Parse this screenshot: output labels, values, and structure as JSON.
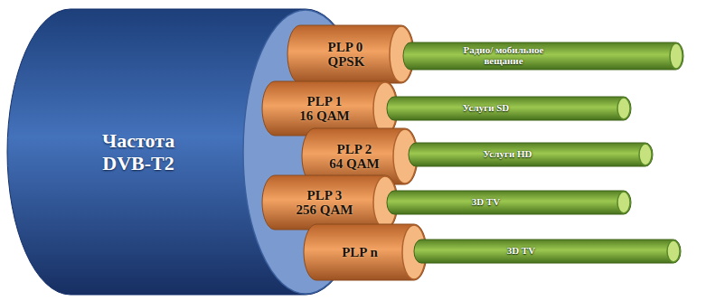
{
  "diagram": {
    "nodes": [
      {
        "text": [
          "Частота DVB-T2"
        ]
      },
      {
        "text": [
          "PLP 0 QPSK"
        ]
      },
      {
        "text": [
          "PLP 1 16 QAM"
        ]
      },
      {
        "text": [
          "PLP 2 64 QAM"
        ]
      },
      {
        "text": [
          "PLP 3 256 QAM"
        ]
      },
      {
        "text": [
          "PLP n"
        ]
      },
      {
        "text": [
          "Радио/ мобильное вещание"
        ]
      },
      {
        "text": [
          "Услуги SD"
        ]
      },
      {
        "text": [
          "Услуги HD"
        ]
      },
      {
        "text": [
          "3D TV"
        ]
      },
      {
        "text": [
          "3D TV"
        ]
      }
    ]
  }
}
